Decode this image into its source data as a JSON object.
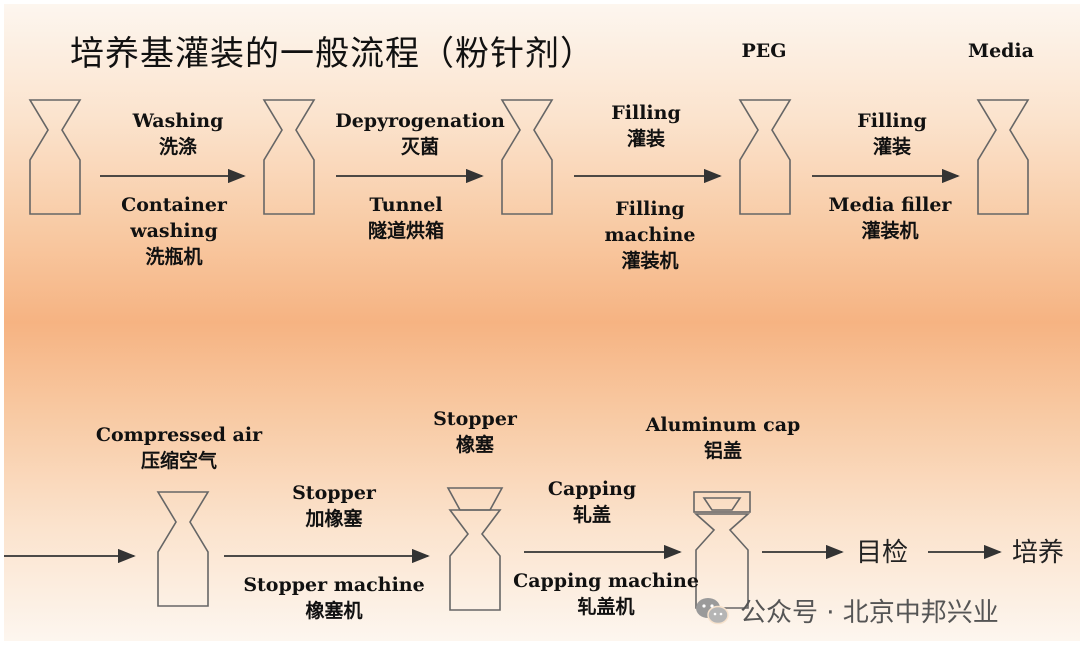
{
  "title": "培养基灌装的一般流程（粉针剂）",
  "top_row": {
    "peg_label": "PEG",
    "media_label": "Media",
    "steps": [
      {
        "above_en": "Washing",
        "above_zh": "洗涤",
        "below_en_1": "Container",
        "below_en_2": "washing",
        "below_zh": "洗瓶机"
      },
      {
        "above_en": "Depyrogenation",
        "above_zh": "灭菌",
        "below_en_1": "Tunnel",
        "below_en_2": "",
        "below_zh": "隧道烘箱"
      },
      {
        "above_en": "Filling",
        "above_zh": "灌装",
        "below_en_1": "Filling",
        "below_en_2": "machine",
        "below_zh": "灌装机"
      },
      {
        "above_en": "Filling",
        "above_zh": "灌装",
        "below_en_1": "Media filler",
        "below_en_2": "",
        "below_zh": "灌装机"
      }
    ]
  },
  "bottom_row": {
    "compressed_air_en": "Compressed air",
    "compressed_air_zh": "压缩空气",
    "stopper_top_en": "Stopper",
    "stopper_top_zh": "橡塞",
    "aluminum_cap_en": "Aluminum cap",
    "aluminum_cap_zh": "铝盖",
    "step_stopper": {
      "above_en": "Stopper",
      "above_zh": "加橡塞",
      "below_en": "Stopper machine",
      "below_zh": "橡塞机"
    },
    "step_capping": {
      "above_en": "Capping",
      "above_zh": "轧盖",
      "below_en": "Capping machine",
      "below_zh": "轧盖机"
    },
    "inspection": "目检",
    "incubation": "培养"
  },
  "watermark": {
    "icon": "wechat-icon",
    "text": "公众号 · 北京中邦兴业"
  },
  "colors": {
    "background_mid": "#f6b382",
    "background_edge": "#fdf6ef",
    "lines": "#333333"
  }
}
